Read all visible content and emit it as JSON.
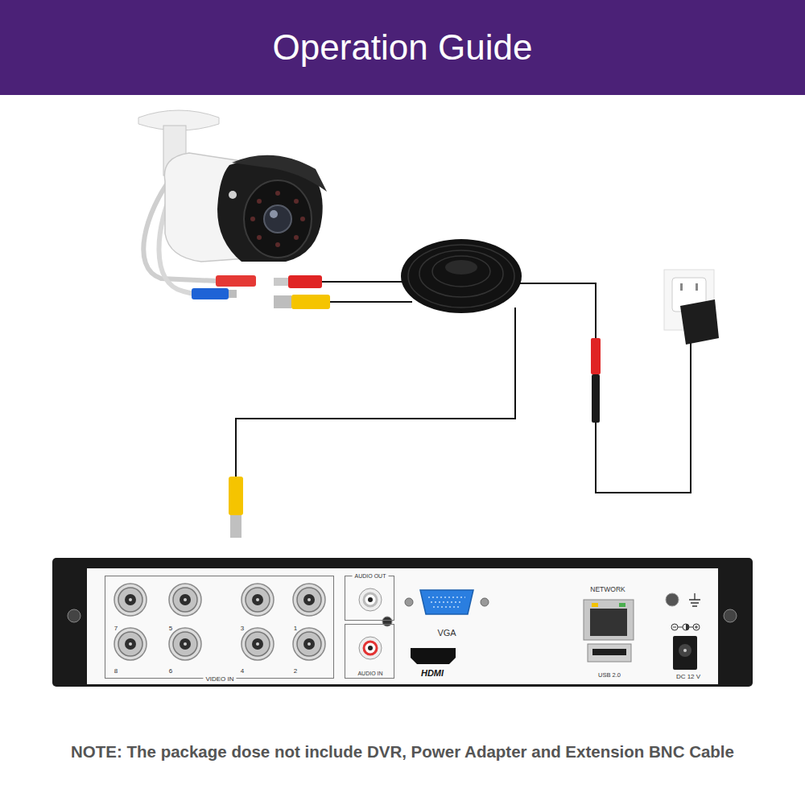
{
  "diagram": {
    "title": "Operation Guide",
    "caption": "NOTE: The package dose not include DVR, Power Adapter and Extension BNC Cable",
    "nodes": [
      {
        "text": [
          "VGA",
          "HDMI",
          "NETWORK",
          "USB 2.0",
          "DC 12 V"
        ]
      },
      {
        "text": [
          "7",
          "5",
          "3",
          "1",
          "8",
          "6",
          "4",
          "2",
          "VIDEO IN"
        ],
        "in": 0
      },
      {
        "text": [
          "AUDIO OUT"
        ],
        "in": 0
      },
      {
        "text": [
          "AUDIO IN"
        ],
        "in": 0
      }
    ]
  }
}
